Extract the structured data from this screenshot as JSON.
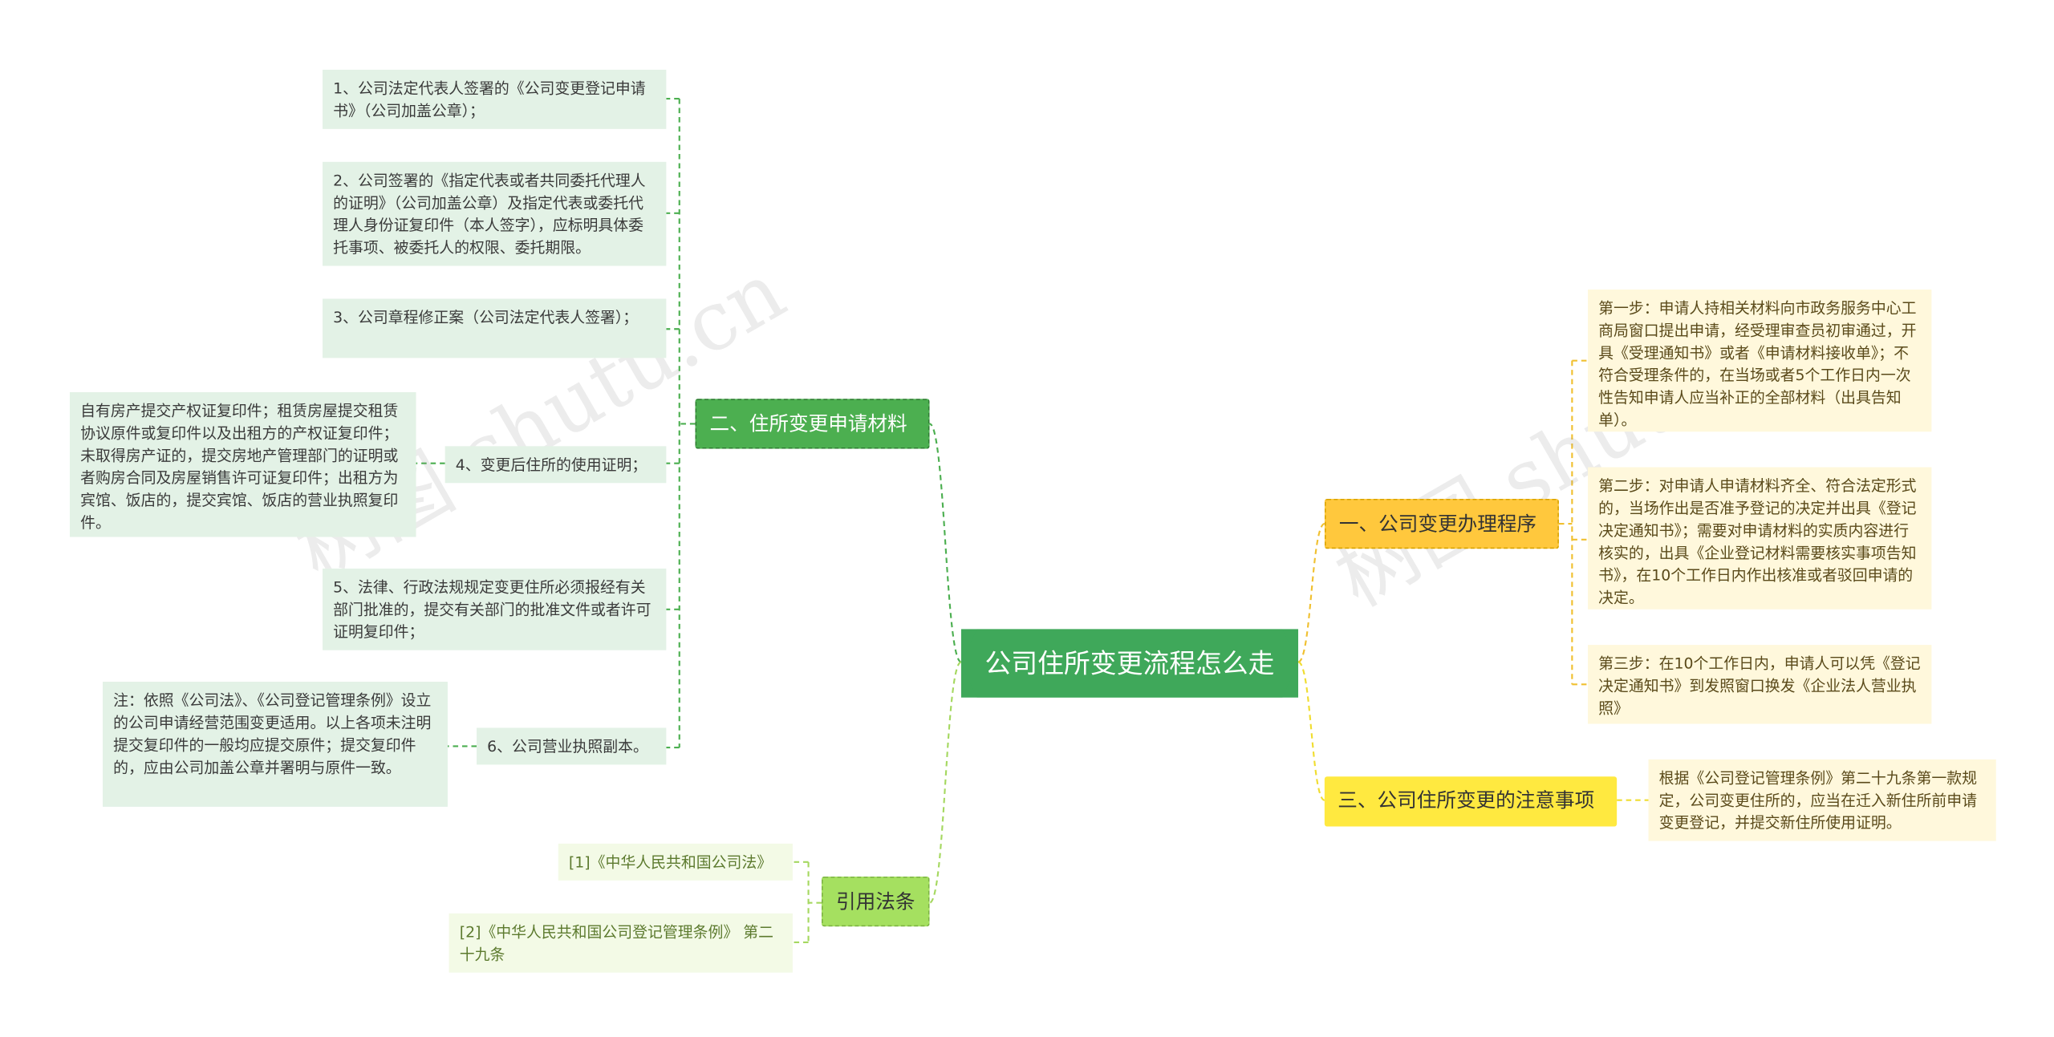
{
  "center": {
    "title": "公司住所变更流程怎么走"
  },
  "branches": {
    "procedure": {
      "label": "一、公司变更办理程序",
      "steps": [
        "第一步：申请人持相关材料向市政务服务中心工商局窗口提出申请，经受理审查员初审通过，开具《受理通知书》或者《申请材料接收单》；不符合受理条件的，在当场或者5个工作日内一次性告知申请人应当补正的全部材料（出具告知单）。",
        "第二步：对申请人申请材料齐全、符合法定形式的，当场作出是否准予登记的决定并出具《登记决定通知书》；需要对申请材料的实质内容进行核实的，出具《企业登记材料需要核实事项告知书》，在10个工作日内作出核准或者驳回申请的决定。",
        "第三步：在10个工作日内，申请人可以凭《登记决定通知书》到发照窗口换发《企业法人营业执照》"
      ]
    },
    "materials": {
      "label": "二、住所变更申请材料",
      "items": [
        "1、公司法定代表人签署的《公司变更登记申请书》（公司加盖公章）；",
        "2、公司签署的《指定代表或者共同委托代理人的证明》（公司加盖公章）及指定代表或委托代理人身份证复印件（本人签字），应标明具体委托事项、被委托人的权限、委托期限。",
        "3、公司章程修正案（公司法定代表人签署）；",
        "4、变更后住所的使用证明；",
        "5、法律、行政法规规定变更住所必须报经有关部门批准的，提交有关部门的批准文件或者许可证明复印件；",
        "6、公司营业执照副本。"
      ],
      "item4_detail": "自有房产提交产权证复印件；租赁房屋提交租赁协议原件或复印件以及出租方的产权证复印件；未取得房产证的，提交房地产管理部门的证明或者购房合同及房屋销售许可证复印件；出租方为宾馆、饭店的，提交宾馆、饭店的营业执照复印件。",
      "item6_detail": "注：依照《公司法》、《公司登记管理条例》设立的公司申请经营范围变更适用。以上各项未注明提交复印件的一般均应提交原件；提交复印件的，应由公司加盖公章并署明与原件一致。"
    },
    "notes": {
      "label": "三、公司住所变更的注意事项",
      "detail": "根据《公司登记管理条例》第二十九条第一款规定，公司变更住所的，应当在迁入新住所前申请变更登记，并提交新住所使用证明。"
    },
    "laws": {
      "label": "引用法条",
      "items": [
        "[1]《中华人民共和国公司法》",
        "[2]《中华人民共和国公司登记管理条例》 第二十九条"
      ]
    }
  },
  "watermarks": [
    "树图 shutu.cn",
    "树图 shutu.cn"
  ],
  "colors": {
    "center": "#3fa85a",
    "green_branch": "#4caf50",
    "orange_branch": "#ffc83d",
    "yellow_branch": "#ffe940",
    "lime_branch": "#a5e060",
    "green_leaf": "#e3f2e6",
    "yellow_leaf": "#fff8dc",
    "lime_leaf": "#f3fae6"
  }
}
